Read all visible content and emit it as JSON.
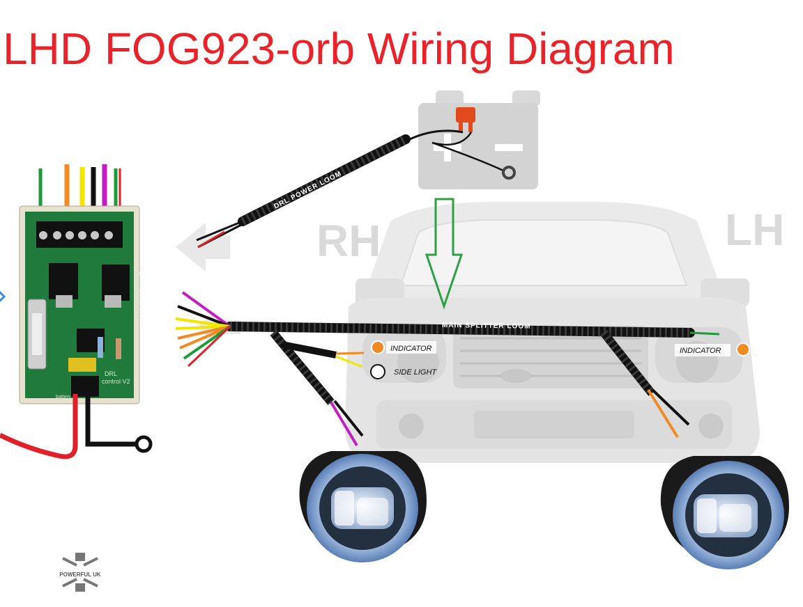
{
  "title": "LHD FOG923-orb Wiring Diagram",
  "side_labels": {
    "rh": "RH",
    "lh": "LH"
  },
  "looms": {
    "power": "DRL POWER LOOM",
    "splitter": "MAIN SPLITTER LOOM"
  },
  "callouts": {
    "indicator_left": "INDICATOR",
    "side_light": "SIDE LIGHT",
    "indicator_right": "INDICATOR"
  },
  "board": {
    "maker": "Powerful UK Ltd",
    "drl": "DRL",
    "control": "control V2",
    "battery": "battery"
  },
  "brand": {
    "text": "POWERFUL UK"
  },
  "colors": {
    "title": "#e8242a",
    "indicator": "#f08a24",
    "arrow": "#2ea043",
    "pcb": "#1f7a3c",
    "wire_green": "#1f9a3a",
    "wire_orange": "#f08a24",
    "wire_yellow": "#f2e600",
    "wire_black": "#111111",
    "wire_purple": "#c21ec2",
    "wire_red": "#e0212a"
  }
}
